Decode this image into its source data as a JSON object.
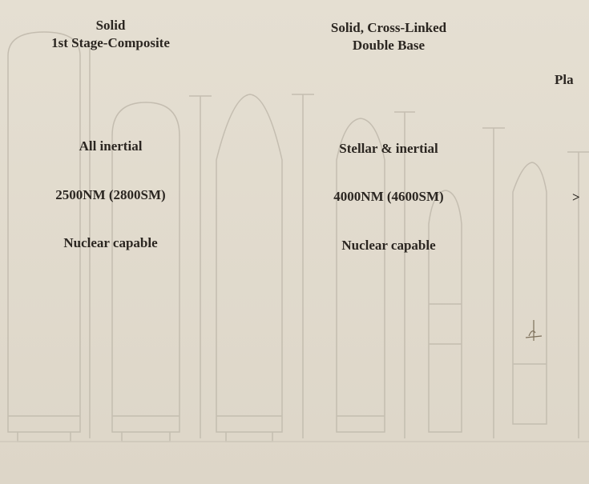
{
  "columns": [
    {
      "propulsion_line1": "Solid",
      "propulsion_line2": "1st Stage-Composite",
      "guidance": "All inertial",
      "range": "2500NM (2800SM)",
      "warhead": "Nuclear capable"
    },
    {
      "propulsion_line1": "Solid, Cross-Linked",
      "propulsion_line2": "Double Base",
      "guidance": "Stellar & inertial",
      "range": "4000NM (4600SM)",
      "warhead": "Nuclear capable"
    },
    {
      "propulsion_line1": "Pla",
      "range": ">"
    }
  ],
  "colors": {
    "paper": "#e9e3d6",
    "ink": "#2b2621",
    "ghost": "#c4bdb0"
  }
}
